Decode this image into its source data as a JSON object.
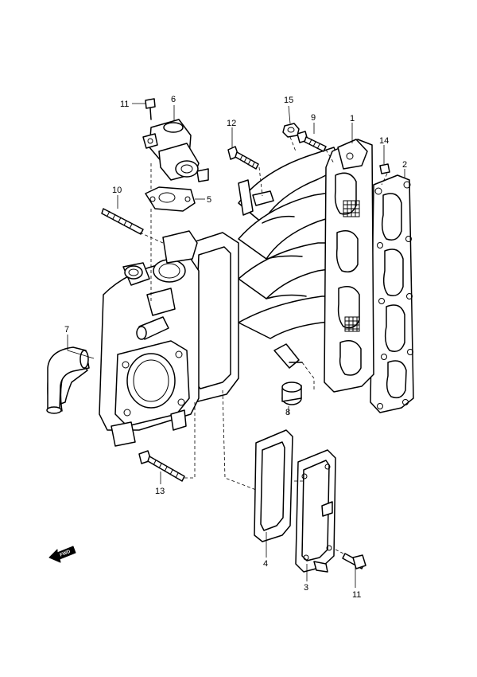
{
  "callouts": {
    "c1": "1",
    "c2": "2",
    "c3": "3",
    "c4": "4",
    "c5": "5",
    "c6": "6",
    "c7": "7",
    "c8": "8",
    "c9": "9",
    "c10": "10",
    "c11a": "11",
    "c11b": "11",
    "c12": "12",
    "c13": "13",
    "c14": "14",
    "c15": "15"
  },
  "direction_arrow": {
    "label": "FWD",
    "icon": "forward-arrow-icon"
  }
}
